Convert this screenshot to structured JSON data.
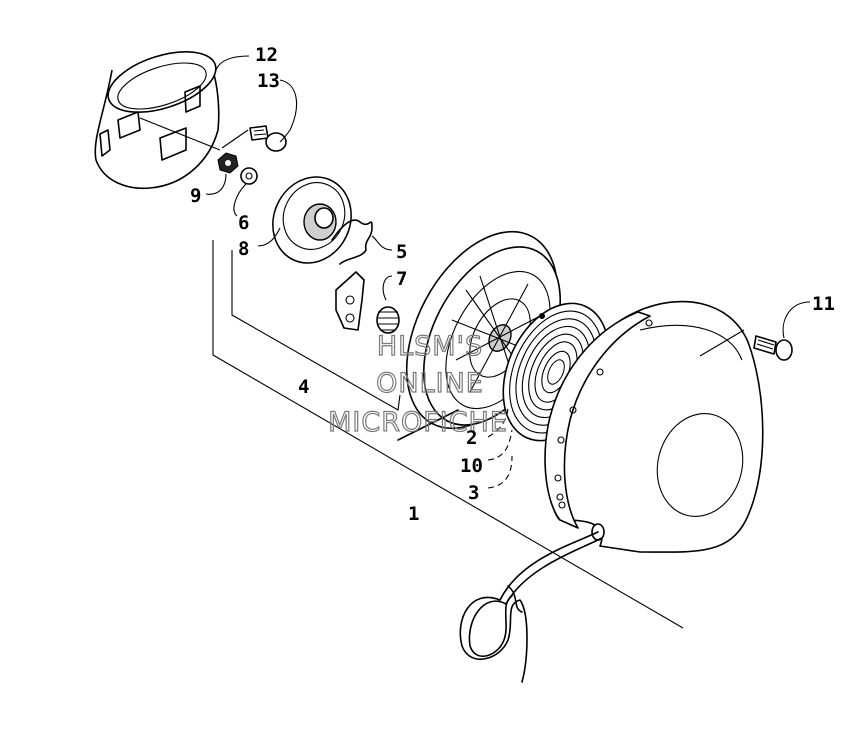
{
  "diagram": {
    "callouts": {
      "c1": "1",
      "c2": "2",
      "c3": "3",
      "c4": "4",
      "c5": "5",
      "c6": "6",
      "c7": "7",
      "c8": "8",
      "c9": "9",
      "c10": "10",
      "c11": "11",
      "c12": "12",
      "c13": "13"
    },
    "watermark": {
      "line1": "HLSM'S",
      "line2": "ONLINE",
      "line3": "MICROFICHE"
    }
  }
}
